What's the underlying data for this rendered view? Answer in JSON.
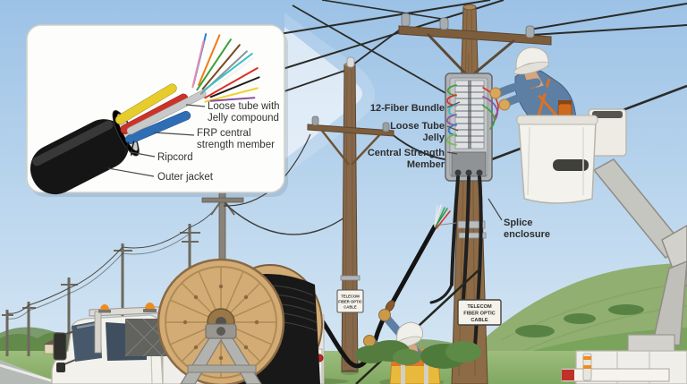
{
  "inset": {
    "label_loose_tube_1": "Loose tube with",
    "label_loose_tube_2": "Jelly compound",
    "label_frp_1": "FRP central",
    "label_frp_2": "strength member",
    "label_ripcord": "Ripcord",
    "label_outer_jacket": "Outer jacket"
  },
  "scene": {
    "label_fiber_bundle": "12-Fiber Bundle",
    "label_loose_tube_1": "Loose Tube",
    "label_loose_tube_2": "Jelly",
    "label_central_1": "Central Strength",
    "label_central_2": "Member",
    "label_splice_1": "Splice",
    "label_splice_2": "enclosure",
    "sign_line_1": "TELECOM",
    "sign_line_2": "FIBER OPTIC",
    "sign_line_3": "CABLE"
  },
  "palette": {
    "sky_top": "#9cc2e6",
    "sky_bottom": "#d8e8f4",
    "grass": "#93b571",
    "hill": "#6f9a55",
    "pole_wood": "#8a6a47",
    "cable_black": "#1b1b1b",
    "truck_white": "#f2f1ec",
    "reel_wood": "#d2ab75",
    "beacon_orange": "#f08c1e",
    "vest_yellow": "#e9b93c",
    "shirt_blue": "#5d7fa3",
    "label_text": "#333333"
  },
  "fiber_colors": [
    "#2e7dd1",
    "#f07d18",
    "#3aa13c",
    "#7a4a22",
    "#8e9296",
    "#f2f2ef",
    "#d93025",
    "#1c1c1c",
    "#f2d02c",
    "#8a4fa0",
    "#e88ab0",
    "#39c2c9"
  ],
  "tube_colors": [
    "#e7cc2e",
    "#cc3227",
    "#2f6db5"
  ],
  "frp_color": "#c9c9c9",
  "splice_fiber_colors": [
    "#3aa13c",
    "#d93025",
    "#39c2c9",
    "#8a4fa0",
    "#2e7dd1",
    "#6fbf4a"
  ],
  "fan_fiber_colors": [
    "#e6e6e6",
    "#3aa13c",
    "#d93025",
    "#ededed",
    "#2f8f3a"
  ]
}
